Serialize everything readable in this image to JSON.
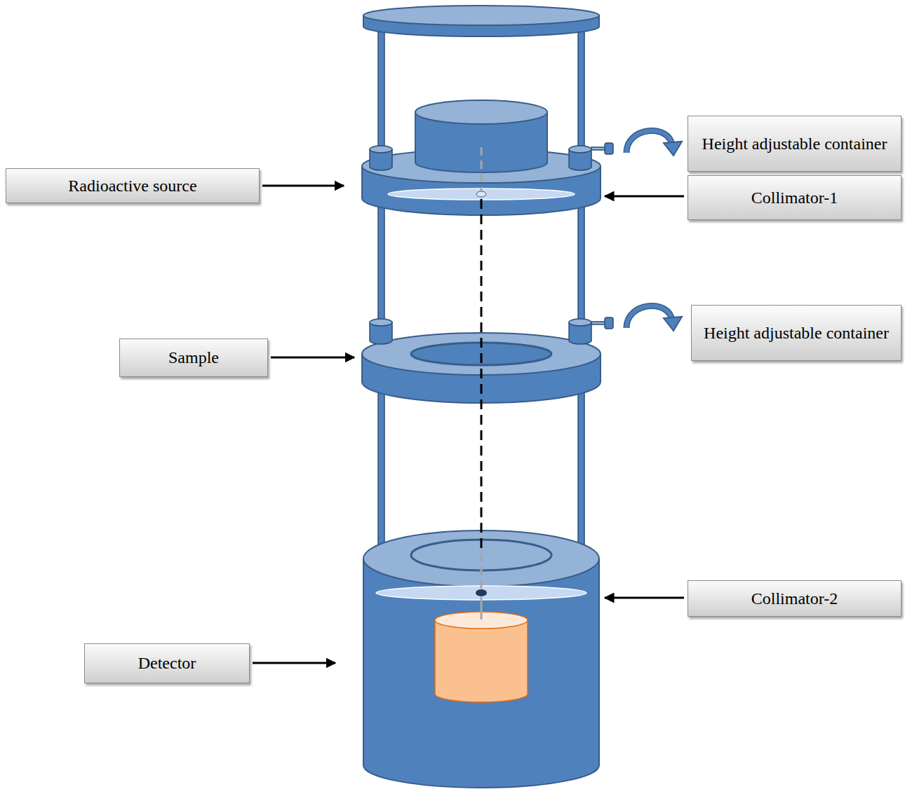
{
  "diagram": {
    "nodes": [
      {
        "text": [
          "Height adjustable container"
        ]
      },
      {
        "text": [
          "Radioactive source"
        ]
      },
      {
        "text": [
          "Collimator-1"
        ]
      },
      {
        "text": [
          "Height adjustable container"
        ]
      },
      {
        "text": [
          "Sample"
        ]
      },
      {
        "text": [
          "Collimator-2"
        ]
      },
      {
        "text": [
          "Detector"
        ]
      }
    ]
  }
}
